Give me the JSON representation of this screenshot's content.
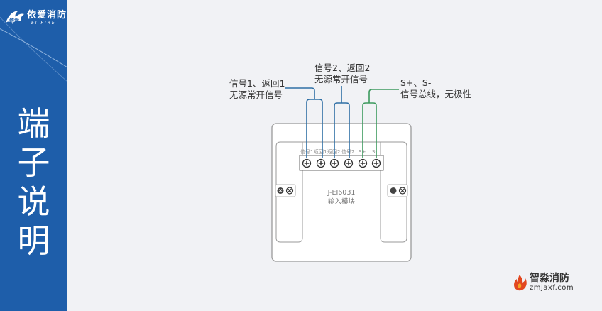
{
  "sidebar": {
    "logo_cn": "依爱消防",
    "logo_en": "EI FIRE",
    "title_chars": [
      "端",
      "子",
      "说",
      "明"
    ],
    "bg_color": "#1e5eaa"
  },
  "labels": {
    "group1_line1": "信号1、返回1",
    "group1_line2": "无源常开信号",
    "group2_line1": "信号2、返回2",
    "group2_line2": "无源常开信号",
    "group3_line1": "S+、S-",
    "group3_line2": "信号总线，无极性"
  },
  "device": {
    "model": "J-EI6031",
    "name": "输入模块",
    "terminals": [
      "信号1",
      "返回1",
      "返回2",
      "信号2",
      "S+",
      "S-"
    ]
  },
  "wire_colors": {
    "signal": "#2f6fa5",
    "bus": "#3d9a5e"
  },
  "watermark": {
    "name": "智淼消防",
    "url": "zmjaxf.com",
    "icon": "flame-logo-icon"
  }
}
